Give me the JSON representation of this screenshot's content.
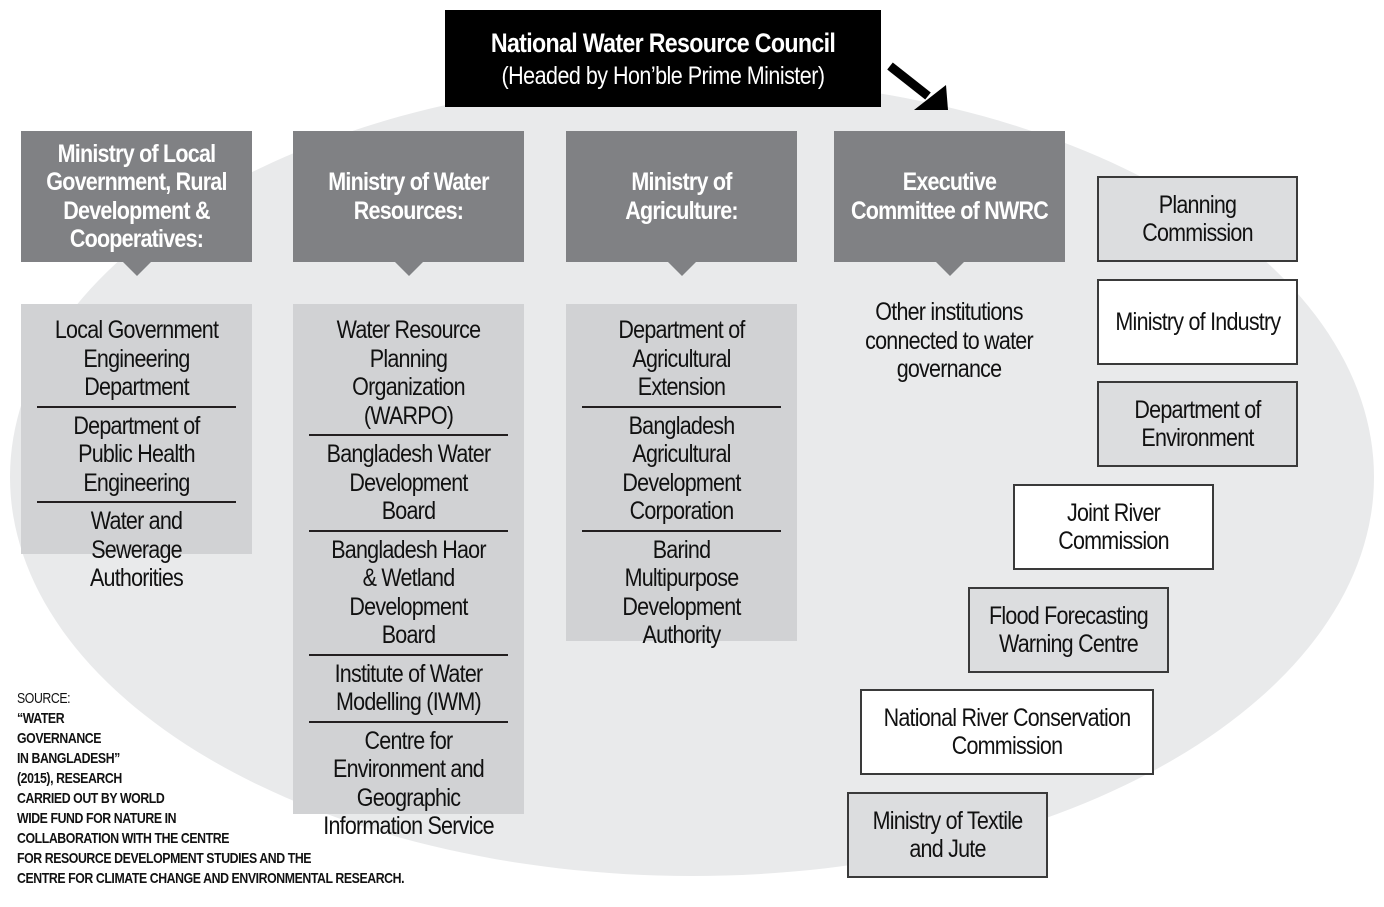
{
  "council": {
    "title": "National Water Resource Council",
    "subtitle": "(Headed by Hon’ble Prime Minister)"
  },
  "colors": {
    "council_bg": "#000000",
    "header_bg": "#808184",
    "column_bg": "#d1d2d4",
    "ellipse_bg": "#e9eaeb",
    "box_grey": "#dcdddf",
    "box_white": "#ffffff"
  },
  "ministries": [
    {
      "title": "Ministry of Local Government, Rural Development & Cooperatives:",
      "items": [
        "Local Government Engineering Department",
        "Department of Public Health Engineering",
        "Water and Sewerage Authorities"
      ]
    },
    {
      "title": "Ministry of Water Resources:",
      "items": [
        "Water Resource Planning Organization (WARPO)",
        "Bangladesh Water Development Board",
        "Bangladesh Haor & Wetland Development Board",
        "Institute of Water Modelling (IWM)",
        "Centre for Environment and Geographic Information Service"
      ]
    },
    {
      "title": "Ministry of Agriculture:",
      "items": [
        "Department of Agricultural Extension",
        "Bangladesh Agricultural Development Corporation",
        "Barind Multipurpose Development Authority"
      ]
    }
  ],
  "executive": {
    "title": "Executive Committee of NWRC",
    "other_label": "Other institutions connected to water governance"
  },
  "other_institutions": [
    {
      "label": "Planning Commission",
      "style": "grey"
    },
    {
      "label": "Ministry of Industry",
      "style": "white"
    },
    {
      "label": "Department of Environment",
      "style": "grey"
    },
    {
      "label": "Joint River Commission",
      "style": "white"
    },
    {
      "label": "Flood Forecasting Warning Centre",
      "style": "grey"
    },
    {
      "label": "National River Conservation Commission",
      "style": "white"
    },
    {
      "label": "Ministry of Textile and Jute",
      "style": "grey"
    }
  ],
  "source": {
    "label": "SOURCE:",
    "lines": [
      "“WATER",
      "GOVERNANCE",
      "IN BANGLADESH”",
      "(2015), RESEARCH",
      "CARRIED OUT BY WORLD",
      "WIDE FUND FOR NATURE IN",
      "COLLABORATION WITH THE CENTRE",
      "FOR RESOURCE DEVELOPMENT STUDIES AND THE",
      "CENTRE FOR CLIMATE CHANGE AND ENVIRONMENTAL RESEARCH."
    ]
  }
}
